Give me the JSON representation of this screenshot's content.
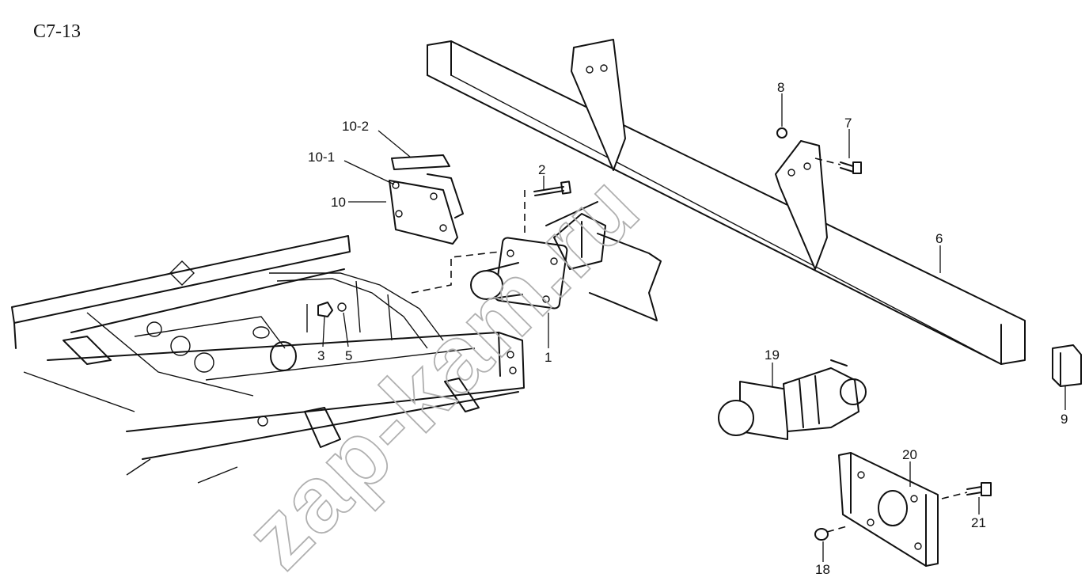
{
  "diagram_code": "C7-13",
  "watermark": "zap-kam.ru",
  "callouts": [
    {
      "id": "c-1",
      "text": "1"
    },
    {
      "id": "c-2",
      "text": "2"
    },
    {
      "id": "c-3",
      "text": "3"
    },
    {
      "id": "c-5",
      "text": "5"
    },
    {
      "id": "c-6",
      "text": "6"
    },
    {
      "id": "c-7",
      "text": "7"
    },
    {
      "id": "c-8",
      "text": "8"
    },
    {
      "id": "c-9",
      "text": "9"
    },
    {
      "id": "c-10",
      "text": "10"
    },
    {
      "id": "c-10-1",
      "text": "10-1"
    },
    {
      "id": "c-10-2",
      "text": "10-2"
    },
    {
      "id": "c-18",
      "text": "18"
    },
    {
      "id": "c-19",
      "text": "19"
    },
    {
      "id": "c-20",
      "text": "20"
    },
    {
      "id": "c-21",
      "text": "21"
    }
  ]
}
